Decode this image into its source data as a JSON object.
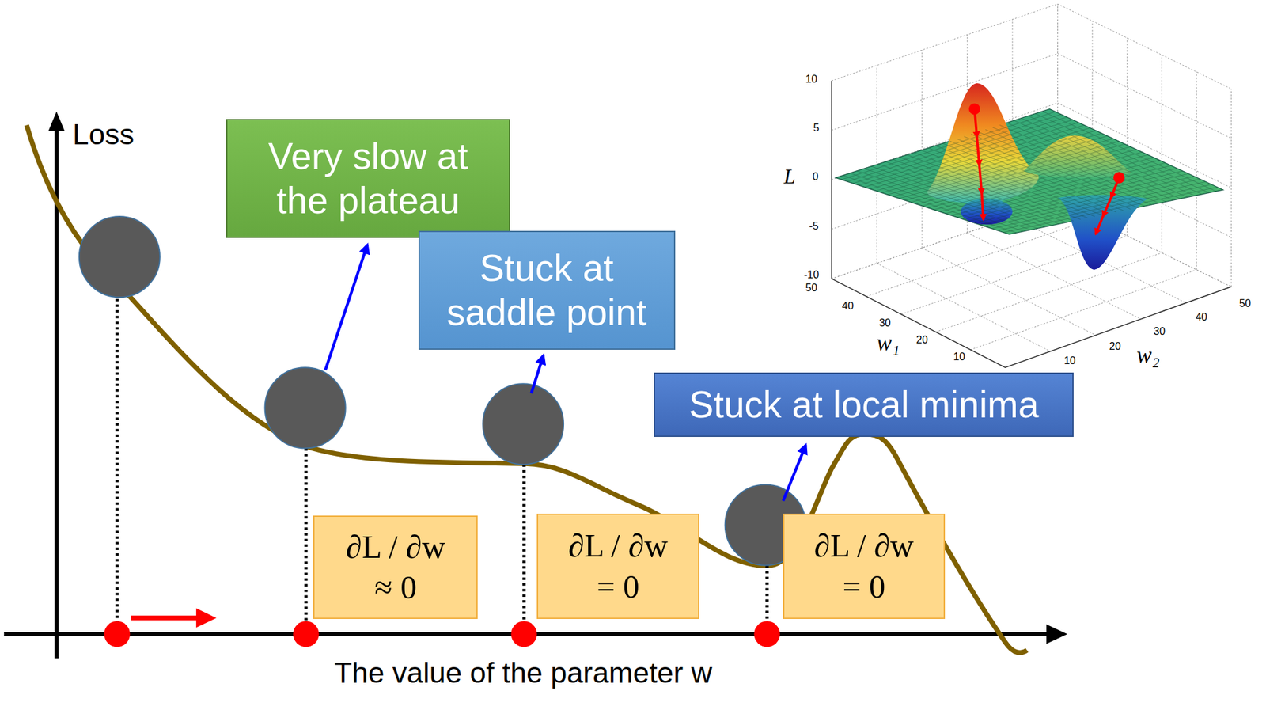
{
  "diagram": {
    "nodes": [
      {
        "text": [
          "Very slow at the plateau"
        ]
      },
      {
        "text": [
          "Stuck at saddle point"
        ]
      },
      {
        "text": [
          "Stuck at local minima"
        ]
      },
      {
        "text": [
          "∂L / ∂w ≈ 0"
        ]
      },
      {
        "text": [
          "∂L / ∂w = 0"
        ]
      },
      {
        "text": [
          "∂L / ∂w = 0"
        ]
      }
    ],
    "labels": [
      "Loss",
      "10",
      "5",
      "0",
      "-5",
      "-10",
      "50",
      "40",
      "30",
      "20",
      "10",
      "10",
      "20",
      "30",
      "40",
      "50",
      "L",
      "w₁",
      "w₂",
      "The value of the parameter w"
    ]
  }
}
